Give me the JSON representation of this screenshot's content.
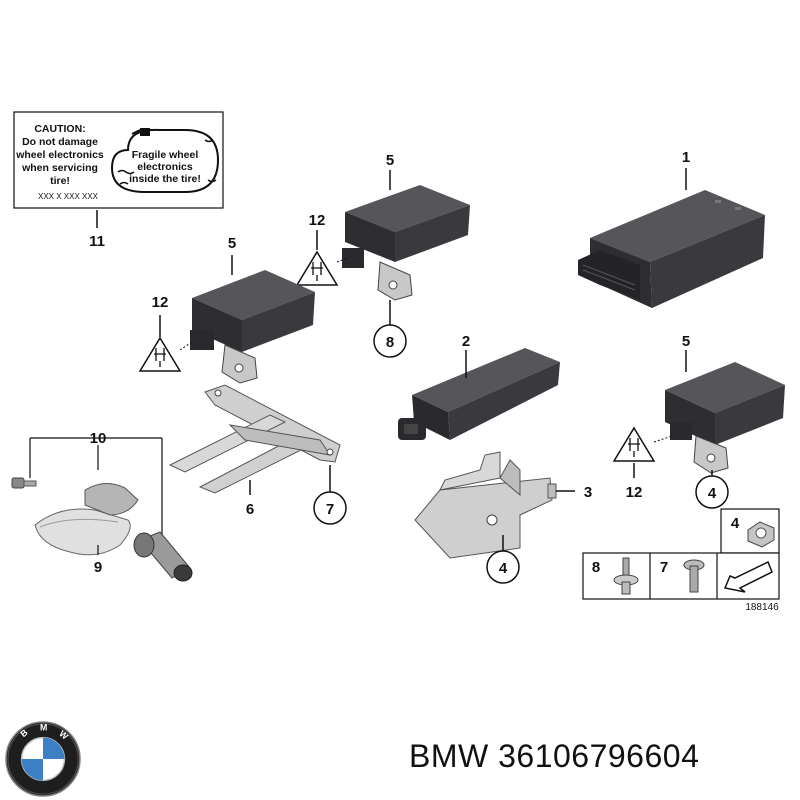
{
  "caution_label": {
    "line1": "CAUTION:",
    "line2": "Do not damage",
    "line3": "wheel electronics",
    "line4": "when servicing",
    "line5": "tire!",
    "code": "XXX X XXX XXX",
    "tire_line1": "Fragile wheel",
    "tire_line2": "electronics",
    "tire_line3": "inside the tire!"
  },
  "callouts": {
    "n1": "1",
    "n2": "2",
    "n3": "3",
    "n4a": "4",
    "n4b": "4",
    "n4c": "4",
    "n5a": "5",
    "n5b": "5",
    "n5c": "5",
    "n6": "6",
    "n7a": "7",
    "n7b": "7",
    "n8a": "8",
    "n8b": "8",
    "n9": "9",
    "n10": "10",
    "n11": "11",
    "n12a": "12",
    "n12b": "12",
    "n12c": "12"
  },
  "diagram_ref": "188146",
  "brand": "BMW",
  "part_number": "36106796604",
  "colors": {
    "module_dark": "#3a3a3e",
    "module_side": "#2a2a2e",
    "module_top": "#55555a",
    "bracket": "#c8c8c8",
    "line": "#111111"
  }
}
